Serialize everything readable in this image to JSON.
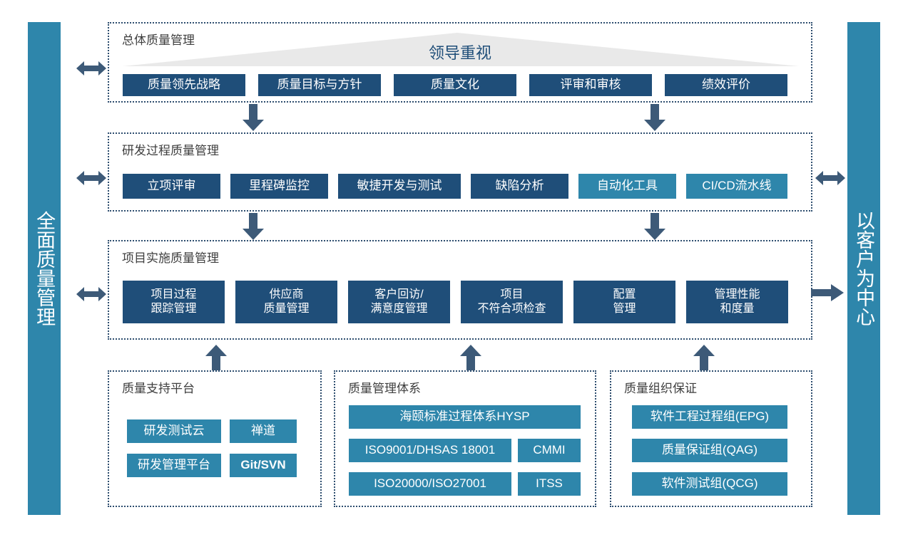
{
  "sidebars": {
    "left": {
      "label": "全面质量管理",
      "color": "#2e86ab"
    },
    "right": {
      "label": "以客户为中心",
      "color": "#2e86ab"
    }
  },
  "colors": {
    "navy": "#1f4e79",
    "teal": "#2e86ab",
    "arrow": "#3d5a78",
    "triangle": "#e9e9e9",
    "dotted_border": "#2d4d6e",
    "label_text": "#3f3f3f",
    "leader_text": "#1f4e79",
    "background": "#ffffff"
  },
  "sections": {
    "overall": {
      "label": "总体质量管理",
      "banner": "领导重视",
      "boxes": [
        {
          "label": "质量领先战略",
          "style": "navy"
        },
        {
          "label": "质量目标与方针",
          "style": "navy"
        },
        {
          "label": "质量文化",
          "style": "navy"
        },
        {
          "label": "评审和审核",
          "style": "navy"
        },
        {
          "label": "绩效评价",
          "style": "navy"
        }
      ]
    },
    "rd_process": {
      "label": "研发过程质量管理",
      "boxes": [
        {
          "label": "立项评审",
          "style": "navy"
        },
        {
          "label": "里程碑监控",
          "style": "navy"
        },
        {
          "label": "敏捷开发与测试",
          "style": "navy"
        },
        {
          "label": "缺陷分析",
          "style": "navy"
        },
        {
          "label": "自动化工具",
          "style": "teal"
        },
        {
          "label": "CI/CD流水线",
          "style": "teal"
        }
      ]
    },
    "project_impl": {
      "label": "项目实施质量管理",
      "boxes": [
        {
          "line1": "项目过程",
          "line2": "跟踪管理",
          "style": "navy"
        },
        {
          "line1": "供应商",
          "line2": "质量管理",
          "style": "navy"
        },
        {
          "line1": "客户回访/",
          "line2": "满意度管理",
          "style": "navy"
        },
        {
          "line1": "项目",
          "line2": "不符合项检查",
          "style": "navy"
        },
        {
          "line1": "配置",
          "line2": "管理",
          "style": "navy"
        },
        {
          "line1": "管理性能",
          "line2": "和度量",
          "style": "navy"
        }
      ]
    },
    "support_platform": {
      "label": "质量支持平台",
      "boxes": [
        {
          "label": "研发测试云",
          "style": "teal",
          "bold": false
        },
        {
          "label": "禅道",
          "style": "teal",
          "bold": false
        },
        {
          "label": "研发管理平台",
          "style": "teal",
          "bold": false
        },
        {
          "label": "Git/SVN",
          "style": "teal",
          "bold": true
        }
      ]
    },
    "management_system": {
      "label": "质量管理体系",
      "boxes": [
        {
          "label": "海颐标准过程体系HYSP",
          "style": "teal"
        },
        {
          "label": "ISO9001/DHSAS 18001",
          "style": "teal"
        },
        {
          "label": "CMMI",
          "style": "teal"
        },
        {
          "label": "ISO20000/ISO27001",
          "style": "teal"
        },
        {
          "label": "ITSS",
          "style": "teal"
        }
      ]
    },
    "org_assurance": {
      "label": "质量组织保证",
      "boxes": [
        {
          "label": "软件工程过程组(EPG)",
          "style": "teal"
        },
        {
          "label": "质量保证组(QAG)",
          "style": "teal"
        },
        {
          "label": "软件测试组(QCG)",
          "style": "teal"
        }
      ]
    }
  },
  "arrows": {
    "left_overall": "double-arrow-horizontal-icon",
    "left_rd": "double-arrow-horizontal-icon",
    "left_project": "double-arrow-horizontal-icon",
    "right_rd": "double-arrow-horizontal-icon",
    "right_project": "arrow-right-icon",
    "down_overall_left": "arrow-down-icon",
    "down_overall_right": "arrow-down-icon",
    "down_rd_left": "arrow-down-icon",
    "down_rd_right": "arrow-down-icon",
    "up_support": "arrow-up-icon",
    "up_system": "arrow-up-icon",
    "up_org": "arrow-up-icon"
  }
}
